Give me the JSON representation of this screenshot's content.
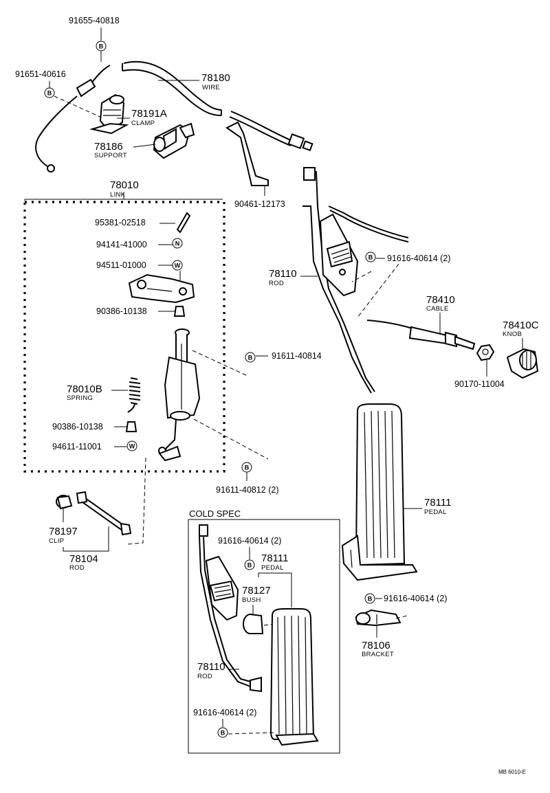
{
  "labels": {
    "p91655_40818": "91655-40818",
    "p91651_40616": "91651-40616",
    "p78180": "78180",
    "wire": "WIRE",
    "p78191a": "78191A",
    "clamp": "CLAMP",
    "p78186": "78186",
    "support": "SUPPORT",
    "p90461_12173": "90461-12173",
    "p78010": "78010",
    "link": "LINK",
    "p95381_02518": "95381-02518",
    "p94141_41000": "94141-41000",
    "p94511_01000": "94511-01000",
    "p90386_10138_a": "90386-10138",
    "p78010b": "78010B",
    "spring": "SPRING",
    "p90386_10138_b": "90386-10138",
    "p94611_11001": "94611-11001",
    "p78110": "78110",
    "rod": "ROD",
    "p91616_40614_a": "91616-40614 (2)",
    "p78410": "78410",
    "cable": "CABLE",
    "p78410c": "78410C",
    "knob": "KNOB",
    "p90170_11004": "90170-11004",
    "p91611_40814": "91611-40814",
    "p91611_40812": "91611-40812 (2)",
    "p78197": "78197",
    "clip": "CLIP",
    "p78104": "78104",
    "rod_b": "ROD",
    "p78111": "78111",
    "pedal": "PEDAL",
    "p91616_40614_b": "91616-40614 (2)",
    "p78106": "78106",
    "bracket": "BRACKET",
    "cold_spec": "COLD SPEC",
    "cs_91616_40614_a": "91616-40614 (2)",
    "cs_78111": "78111",
    "cs_pedal": "PEDAL",
    "cs_78127": "78127",
    "cs_bush": "BUSH",
    "cs_78110": "78110",
    "cs_rod": "ROD",
    "cs_91616_40614_b": "91616-40614 (2)",
    "ref_code": "MB 6010-E"
  },
  "symbols": {
    "b": "B",
    "n": "N",
    "w": "W"
  },
  "colors": {
    "ink": "#000000",
    "paper": "#ffffff"
  }
}
